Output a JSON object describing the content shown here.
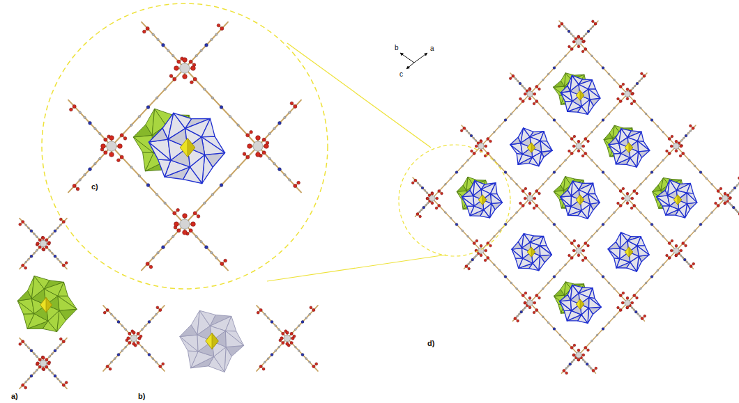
{
  "diagram": {
    "labels": [
      "b",
      "a",
      "c",
      "c)",
      "d)",
      "a)",
      "b)"
    ]
  }
}
